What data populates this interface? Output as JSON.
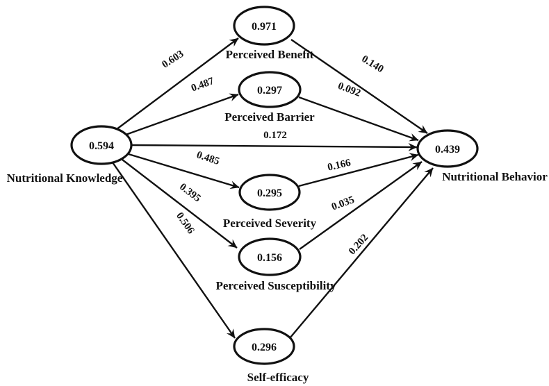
{
  "figure": {
    "type": "path-diagram",
    "background_color": "#ffffff",
    "ink_color": "#111111"
  },
  "diagram": {
    "nodes": [
      {
        "id": "nutritional-knowledge",
        "value": "0.594",
        "label": "Nutritional Knowledge"
      },
      {
        "id": "perceived-benefit",
        "value": "0.971",
        "label": "Perceived Benefit"
      },
      {
        "id": "perceived-barrier",
        "value": "0.297",
        "label": "Perceived Barrier"
      },
      {
        "id": "perceived-severity",
        "value": "0.295",
        "label": "Perceived Severity"
      },
      {
        "id": "perceived-susceptibility",
        "value": "0.156",
        "label": "Perceived Susceptibility"
      },
      {
        "id": "self-efficacy",
        "value": "0.296",
        "label": "Self-efficacy"
      },
      {
        "id": "nutritional-behavior",
        "value": "0.439",
        "label": "Nutritional Behavior"
      }
    ],
    "edges": [
      {
        "from": "nutritional-knowledge",
        "to": "perceived-benefit",
        "label": "0.603"
      },
      {
        "from": "nutritional-knowledge",
        "to": "perceived-barrier",
        "label": "0.487"
      },
      {
        "from": "nutritional-knowledge",
        "to": "nutritional-behavior",
        "label": "0.172"
      },
      {
        "from": "nutritional-knowledge",
        "to": "perceived-severity",
        "label": "0.485"
      },
      {
        "from": "nutritional-knowledge",
        "to": "perceived-susceptibility",
        "label": "0.395"
      },
      {
        "from": "nutritional-knowledge",
        "to": "self-efficacy",
        "label": "0.506"
      },
      {
        "from": "perceived-benefit",
        "to": "nutritional-behavior",
        "label": "0.140"
      },
      {
        "from": "perceived-barrier",
        "to": "nutritional-behavior",
        "label": "0.092"
      },
      {
        "from": "perceived-severity",
        "to": "nutritional-behavior",
        "label": "0.166"
      },
      {
        "from": "perceived-susceptibility",
        "to": "nutritional-behavior",
        "label": "0.035"
      },
      {
        "from": "self-efficacy",
        "to": "nutritional-behavior",
        "label": "0.202"
      }
    ]
  }
}
